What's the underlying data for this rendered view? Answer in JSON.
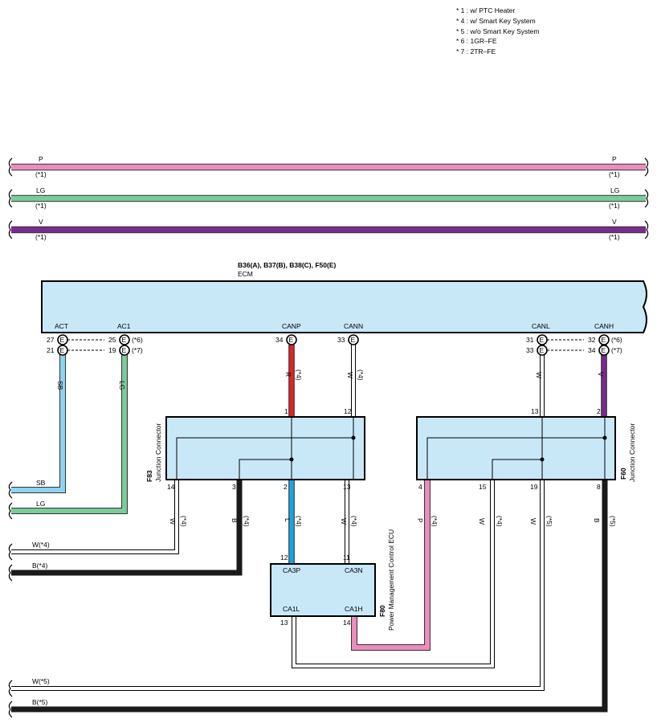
{
  "legend": [
    "* 1 : w/ PTC Heater",
    "* 4 : w/ Smart Key System",
    "* 5 : w/o Smart Key System",
    "* 6 : 1GR–FE",
    "* 7 : 2TR–FE"
  ],
  "colors": {
    "P": "#ec8cbc",
    "LG": "#7ccb9a",
    "V": "#7a2b8e",
    "SB": "#8fd3f2",
    "R": "#e0242a",
    "L": "#1ba6e0",
    "B": "#1a1a1a",
    "W": "#ffffff",
    "box_fill": "#c8e8f8"
  },
  "top_wires": [
    {
      "left": "P",
      "left_note": "(*1)",
      "right": "P",
      "right_note": "(*1)"
    },
    {
      "left": "LG",
      "left_note": "(*1)",
      "right": "LG",
      "right_note": "(*1)"
    },
    {
      "left": "V",
      "left_note": "(*1)",
      "right": "V",
      "right_note": "(*1)"
    }
  ],
  "ecm": {
    "header": "B36(A), B37(B), B38(C), F50(E)",
    "name": "ECM",
    "terminals": [
      "ACT",
      "AC1",
      "CANP",
      "CANN",
      "CANL",
      "CANH"
    ],
    "pins": {
      "act_1": "27",
      "act_2": "21",
      "ac1_1": "25",
      "ac1_2": "19",
      "ac1_n1": "(*6)",
      "ac1_n2": "(*7)",
      "canp": "34",
      "cann": "33",
      "canl_1": "31",
      "canl_2": "33",
      "canh_1": "32",
      "canh_2": "34",
      "canh_n1": "(*6)",
      "canh_n2": "(*7)",
      "e": "E"
    }
  },
  "jc_left": {
    "id": "F83",
    "name": "Junction Connector",
    "pins": {
      "p1": "1",
      "p12": "12",
      "p14": "14",
      "p3": "3",
      "p2": "2",
      "p13": "13"
    }
  },
  "jc_right": {
    "id": "F60",
    "name": "Junction Connector",
    "pins": {
      "p13": "13",
      "p2": "2",
      "p4": "4",
      "p15": "15",
      "p19": "19",
      "p8": "8"
    }
  },
  "pmc": {
    "id": "F80",
    "name": "Power Management Control ECU",
    "terminals": [
      "CA3P",
      "CA3N",
      "CA1L",
      "CA1H"
    ],
    "pins": {
      "p12": "12",
      "p11": "11",
      "p13": "13",
      "p14": "14"
    }
  },
  "wire_labels": {
    "sb": "SB",
    "lg": "LG",
    "r": "R",
    "w": "W",
    "v": "V",
    "b": "B",
    "l": "L",
    "p": "P",
    "n4": "(*4)",
    "n5": "(*5)"
  },
  "left_wires": {
    "sb": "SB",
    "lg": "LG",
    "w4": "W(*4)",
    "b4": "B(*4)",
    "w5": "W(*5)",
    "b5": "B(*5)"
  }
}
